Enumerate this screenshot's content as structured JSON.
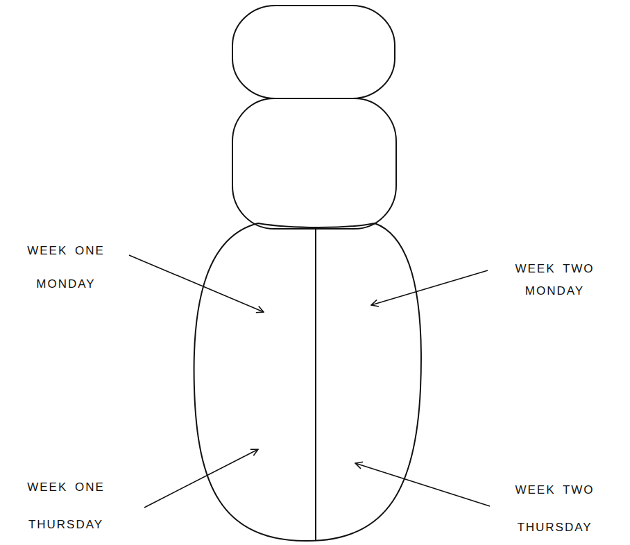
{
  "diagram": {
    "labels": [
      "WEEK ONE MONDAY",
      "WEEK TWO MONDAY",
      "WEEK ONE THURSDAY",
      "WEEK TWO THURSDAY"
    ]
  }
}
